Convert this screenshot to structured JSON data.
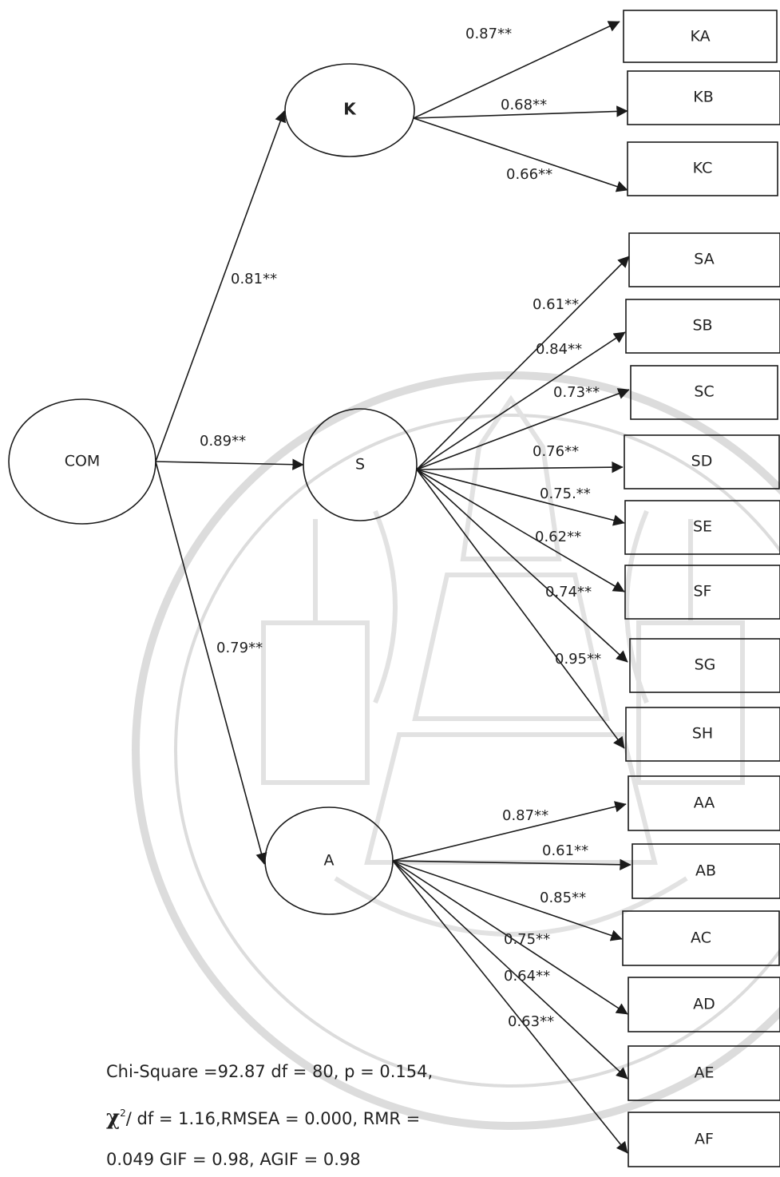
{
  "nodes": {
    "com": "COM",
    "k": "K",
    "s": "S",
    "a": "A"
  },
  "indicators": {
    "ka": "KA",
    "kb": "KB",
    "kc": "KC",
    "sa": "SA",
    "sb": "SB",
    "sc": "SC",
    "sd": "SD",
    "se": "SE",
    "sf": "SF",
    "sg": "SG",
    "sh": "SH",
    "aa": "AA",
    "ab": "AB",
    "ac": "AC",
    "ad": "AD",
    "ae": "AE",
    "af": "AF"
  },
  "loadings": {
    "com_k": "0.81**",
    "com_s": "0.89**",
    "com_a": "0.79**",
    "k_ka": "0.87**",
    "k_kb": "0.68**",
    "k_kc": "0.66**",
    "s_sa": "0.61**",
    "s_sb": "0.84**",
    "s_sc": "0.73**",
    "s_sd": "0.76**",
    "s_se": "0.75.**",
    "s_sf": "0.62**",
    "s_sg": "0.74**",
    "s_sh": "0.95**",
    "a_aa": "0.87**",
    "a_ab": "0.61**",
    "a_ac": "0.85**",
    "a_ad": "0.75**",
    "a_ae": "0.64**",
    "a_af": "0.63**"
  },
  "fit_stats": {
    "line1": "Chi-Square =92.87 df = 80, p = 0.154,",
    "chi_symbol": "χ",
    "superscript": "2",
    "line2_rest": "/ df = 1.16,RMSEA = 0.000, RMR =",
    "line3": "0.049 GIF = 0.98, AGIF = 0.98"
  },
  "colors": {
    "line": "#1a1a1a",
    "text": "#222222",
    "watermark": "#d9d9d9"
  }
}
